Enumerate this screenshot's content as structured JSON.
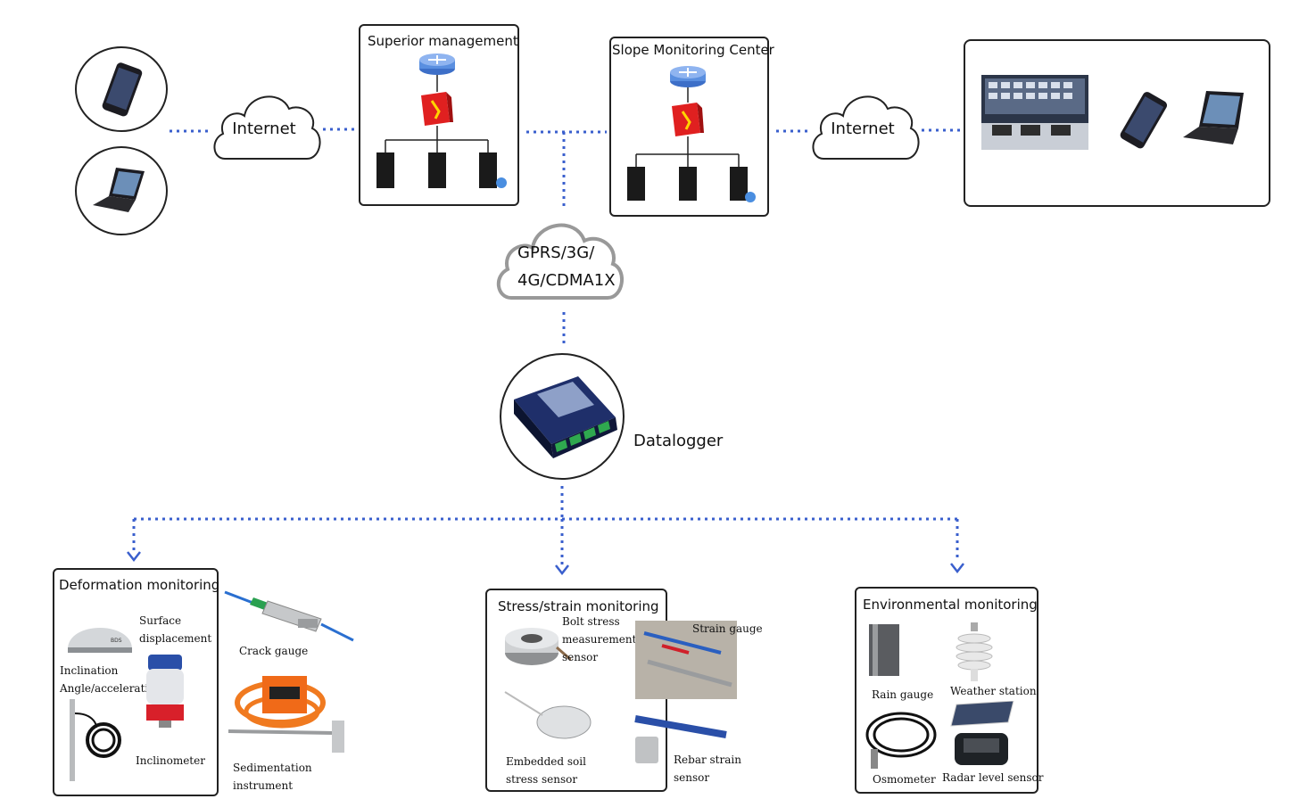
{
  "network": {
    "internet_left": "Internet",
    "internet_right": "Internet",
    "wireless_line1": "GPRS/3G/",
    "wireless_line2": "4G/CDMA1X",
    "datalogger": "Datalogger"
  },
  "superior": {
    "title": "Superior management"
  },
  "center": {
    "title": "Slope Monitoring Center"
  },
  "deformation": {
    "title": "Deformation monitoring",
    "surface_1": "Surface",
    "surface_2": "displacement",
    "crack": "Crack gauge",
    "inclination_1": "Inclination",
    "inclination_2": "Angle/acceleration",
    "inclinometer": "Inclinometer",
    "sedimentation_1": "Sedimentation",
    "sedimentation_2": "instrument"
  },
  "stress": {
    "title": "Stress/strain monitoring",
    "bolt_1": "Bolt stress",
    "bolt_2": "measurement",
    "bolt_3": "sensor",
    "strain": "Strain gauge",
    "soil_1": "Embedded soil",
    "soil_2": "stress sensor",
    "rebar_1": "Rebar strain",
    "rebar_2": "sensor"
  },
  "environmental": {
    "title": "Environmental monitoring",
    "rain": "Rain gauge",
    "weather": "Weather station",
    "osmometer": "Osmometer",
    "radar": "Radar level sensor"
  },
  "colors": {
    "dotted_line": "#3a5fcd",
    "firewall": "#e02020",
    "router": "#5a8fe0"
  }
}
